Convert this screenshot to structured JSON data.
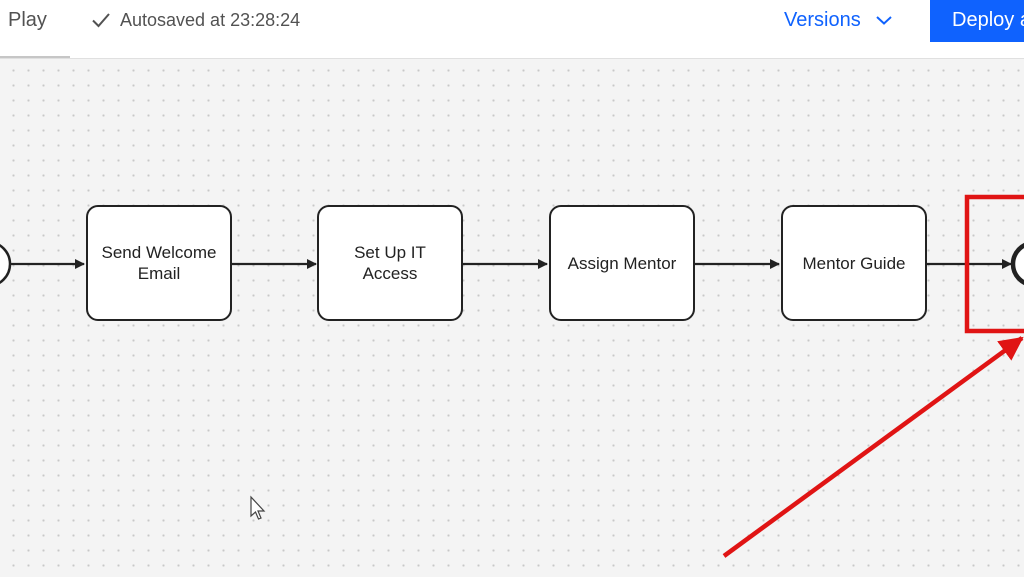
{
  "header": {
    "play_tab": "Play",
    "autosave_status": "Autosaved at 23:28:24",
    "versions_label": "Versions",
    "deploy_label": "Deploy a"
  },
  "flow": {
    "tasks": [
      {
        "label": "Send Welcome\nEmail"
      },
      {
        "label": "Set Up IT\nAccess"
      },
      {
        "label": "Assign Mentor"
      },
      {
        "label": "Mentor Guide"
      }
    ]
  },
  "colors": {
    "accent": "#0f62fe",
    "highlight_annotation": "#e01414",
    "canvas": "#f4f4f4"
  },
  "icons": [
    "checkmark-icon",
    "chevron-down-icon",
    "mouse-pointer-icon"
  ]
}
